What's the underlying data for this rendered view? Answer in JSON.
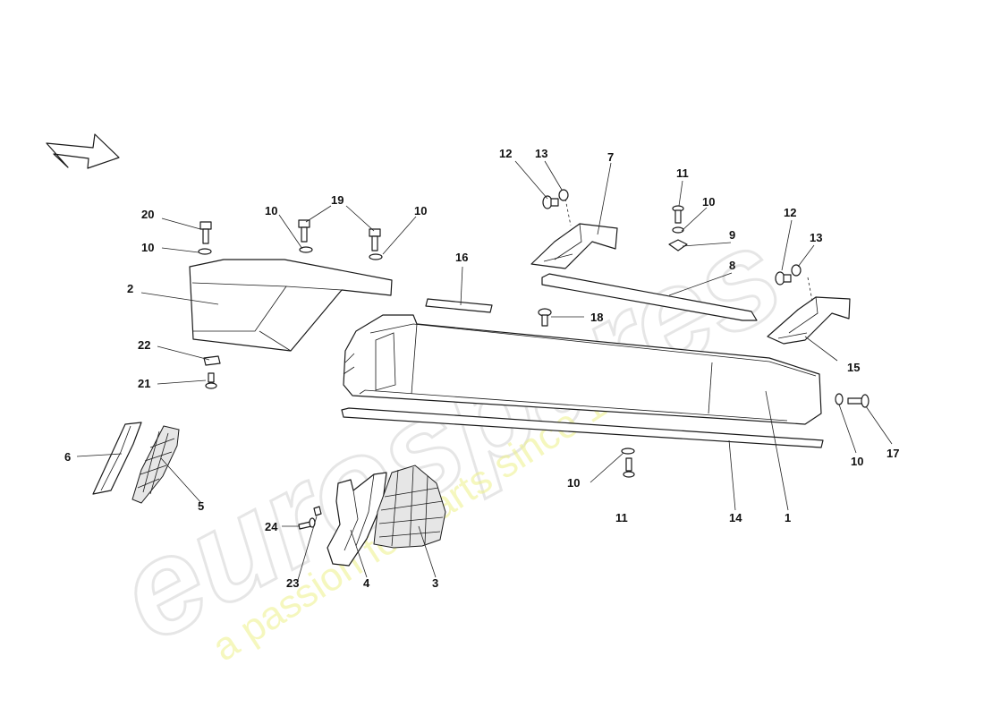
{
  "watermark": {
    "brand": "eurospares",
    "slogan": "a passion for parts since 1985"
  },
  "callouts": {
    "c1": "1",
    "c2": "2",
    "c3": "3",
    "c4": "4",
    "c5": "5",
    "c6": "6",
    "c7": "7",
    "c8": "8",
    "c9": "9",
    "c10a": "10",
    "c10b": "10",
    "c10c": "10",
    "c10d": "10",
    "c10e": "10",
    "c10f": "10",
    "c11a": "11",
    "c11b": "11",
    "c12a": "12",
    "c12b": "12",
    "c13a": "13",
    "c13b": "13",
    "c14": "14",
    "c15": "15",
    "c16": "16",
    "c17": "17",
    "c18": "18",
    "c19": "19",
    "c20": "20",
    "c21": "21",
    "c22": "22",
    "c23": "23",
    "c24": "24"
  }
}
